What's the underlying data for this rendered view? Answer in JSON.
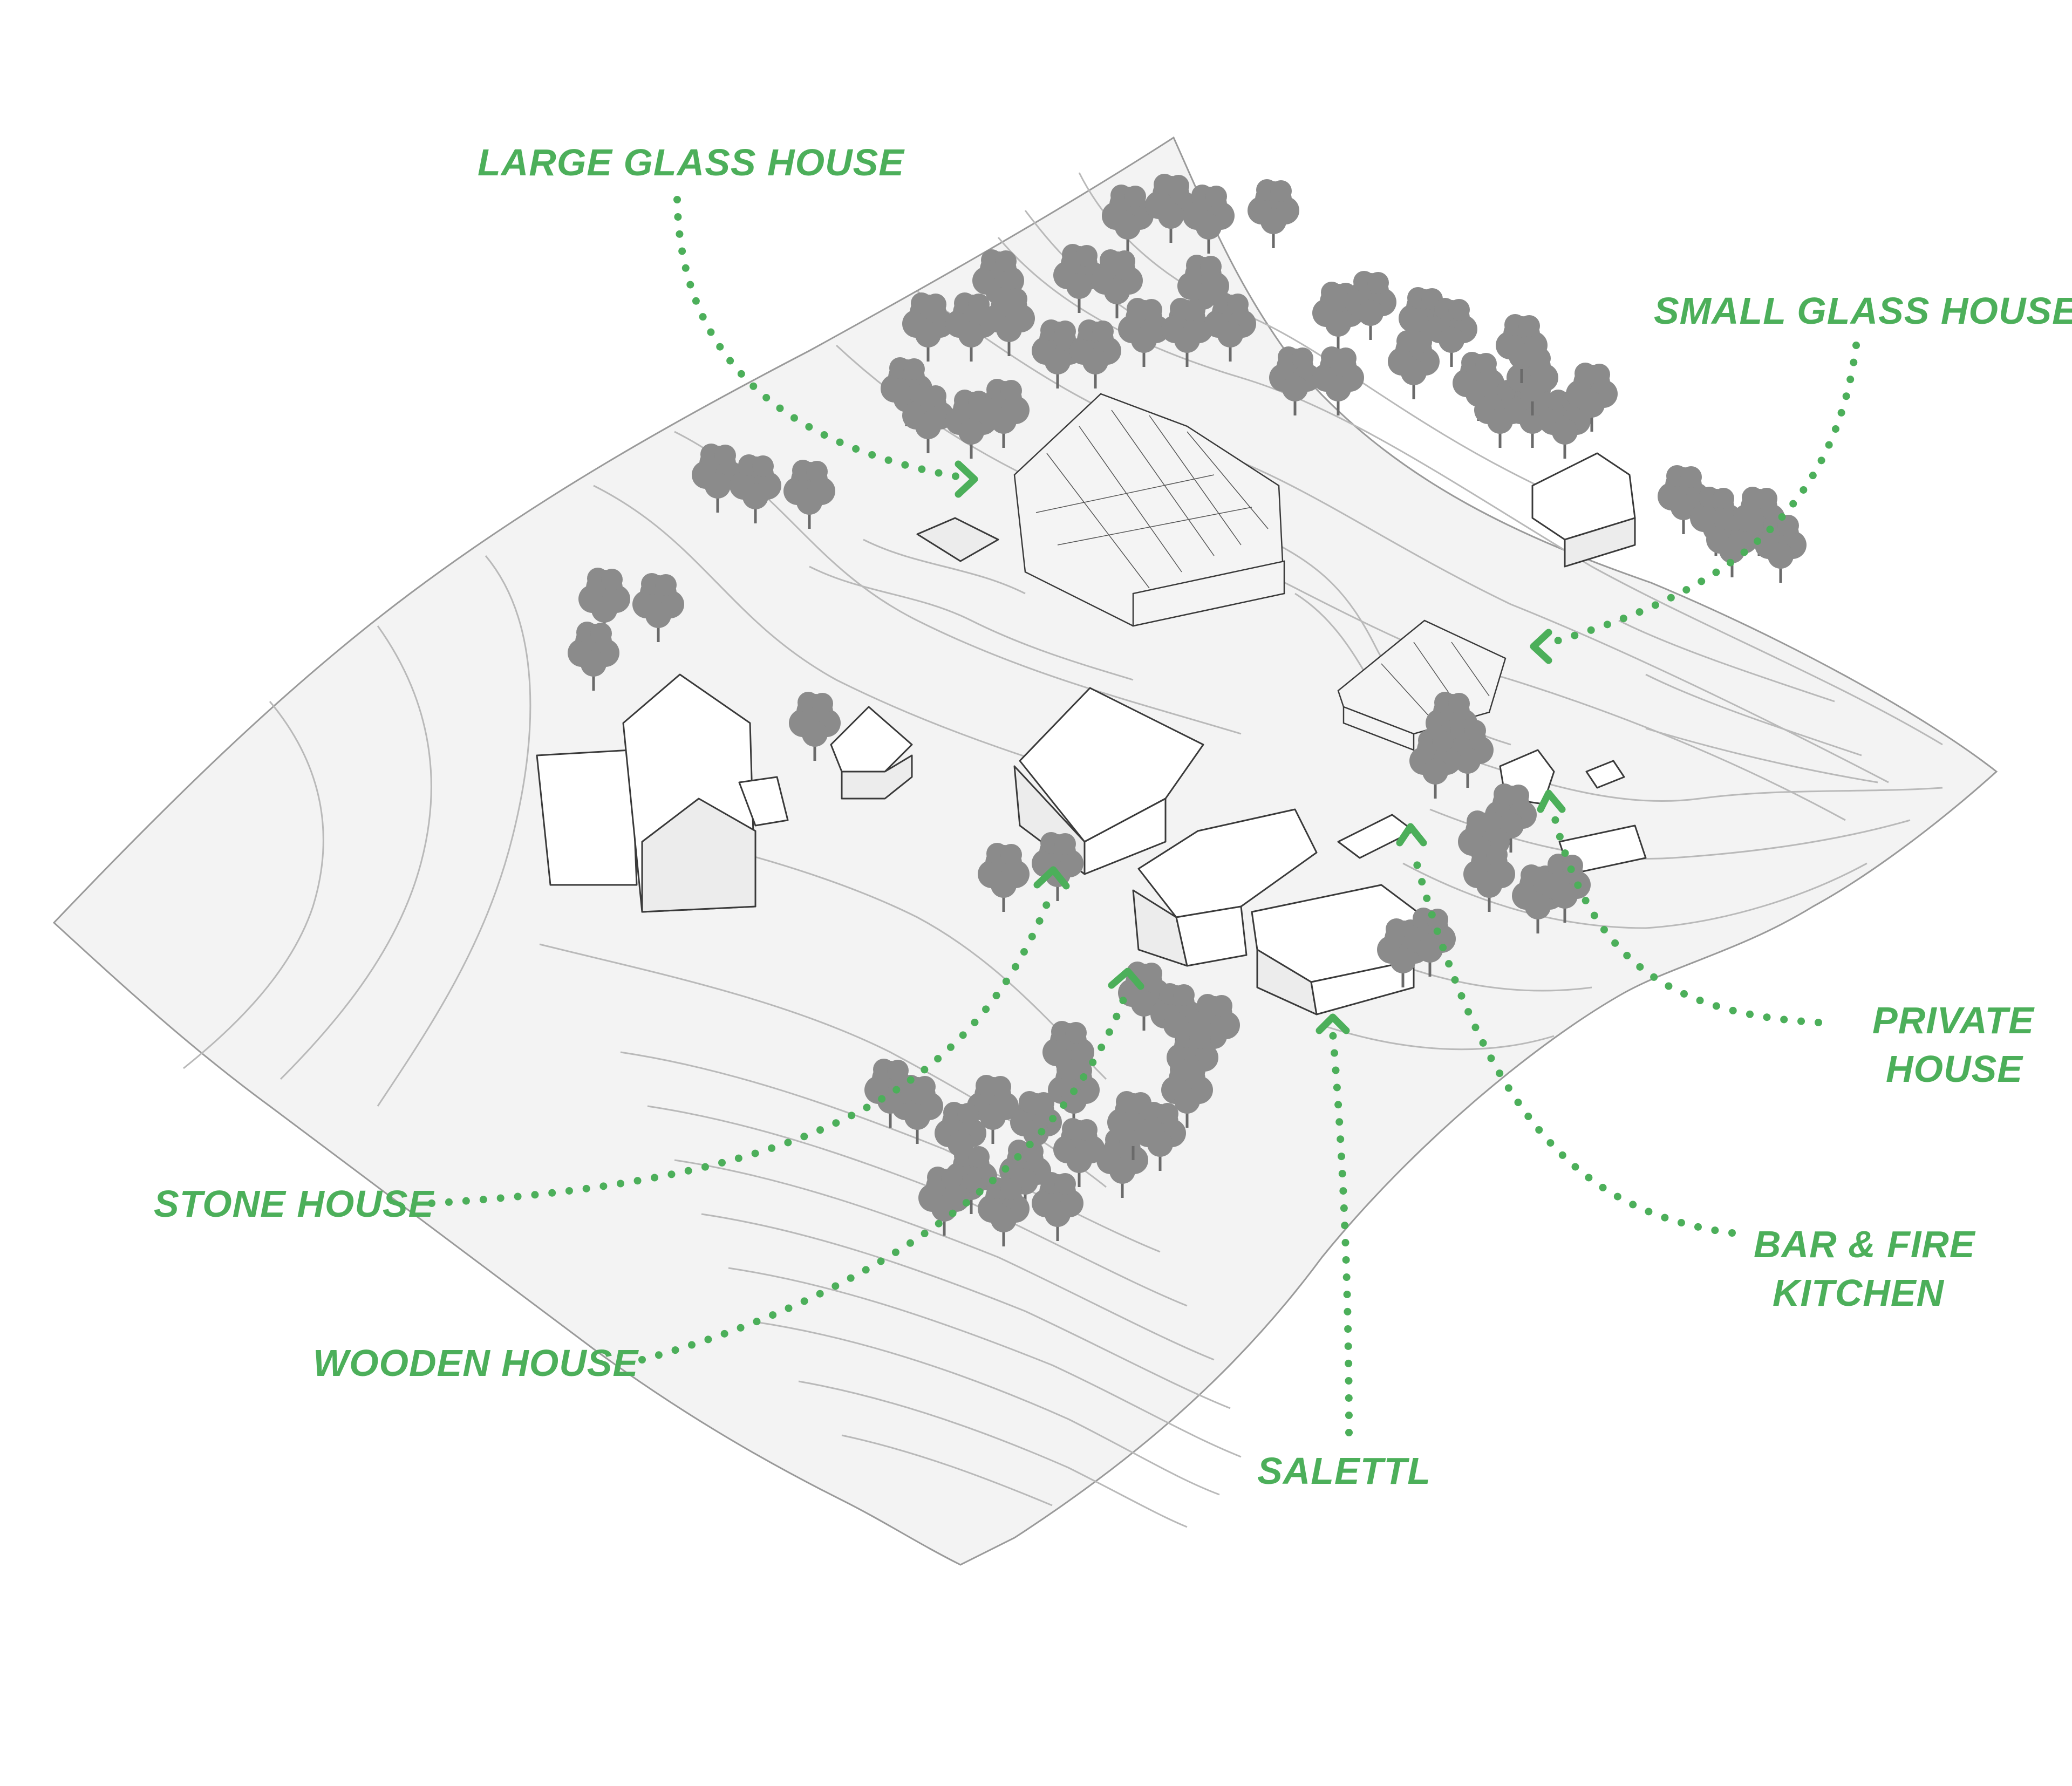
{
  "colors": {
    "accent": "#4caf5a",
    "terrain": "#f3f3f3",
    "contour": "#b9b9b9",
    "outline": "#3a3a3a",
    "tree": "#8b8b8b"
  },
  "labels": {
    "large_glass_house": "LARGE GLASS HOUSE",
    "small_glass_house": "SMALL GLASS HOUSE",
    "private_house_line1": "PRIVATE",
    "private_house_line2": "HOUSE",
    "bar_fire_kitchen_line1": "BAR & FIRE",
    "bar_fire_kitchen_line2": "KITCHEN",
    "salettl": "SALETTL",
    "wooden_house": "WOODEN HOUSE",
    "stone_house": "STONE HOUSE"
  }
}
